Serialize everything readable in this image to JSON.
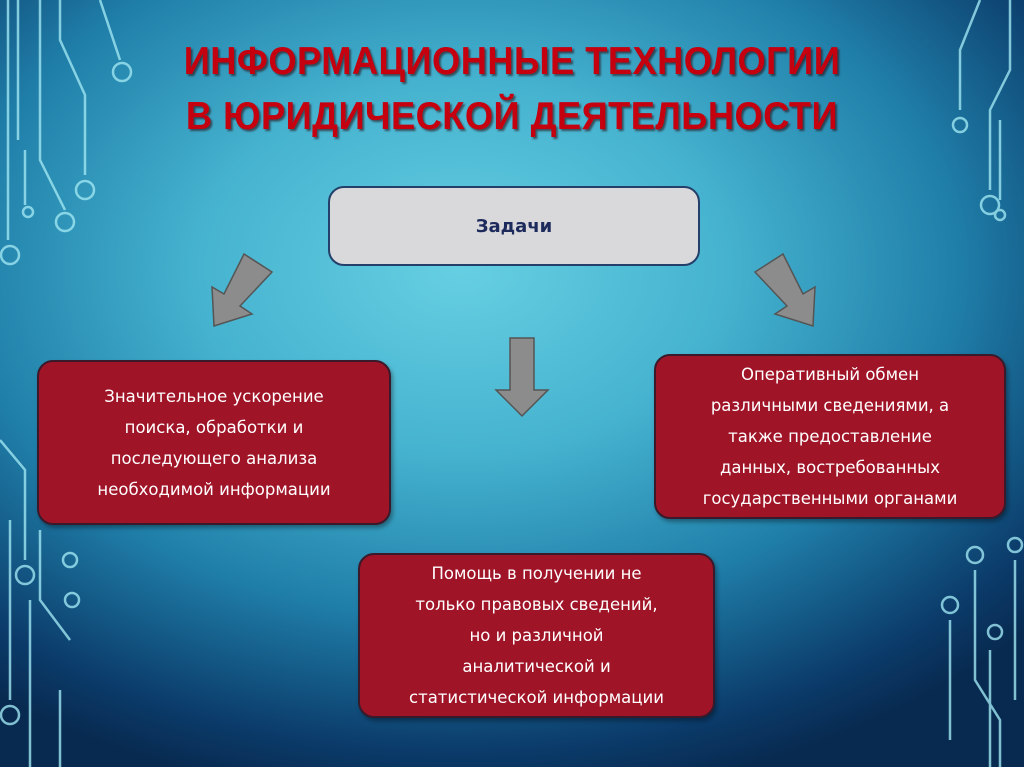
{
  "title": {
    "line1": "ИНФОРМАЦИОННЫЕ ТЕХНОЛОГИИ",
    "line2": "В ЮРИДИЧЕСКОЙ ДЕЯТЕЛЬНОСТИ"
  },
  "root": {
    "label": "Задачи"
  },
  "tasks": [
    {
      "text": "Значительное ускорение\nпоиска, обработки и\nпоследующего анализа\nнеобходимой информации"
    },
    {
      "text": "Оперативный обмен\nразличными сведениями, а\nтакже предоставление\nданных, востребованных\nгосударственными органами"
    },
    {
      "text": "Помощь в получении не\nтолько правовых сведений,\nно и различной\nаналитической и\nстатистической информации"
    }
  ],
  "colors": {
    "title": "#c5000f",
    "task_box": "#a01428",
    "root_box": "#d9d9dc",
    "arrow": "#8a8a8a"
  }
}
